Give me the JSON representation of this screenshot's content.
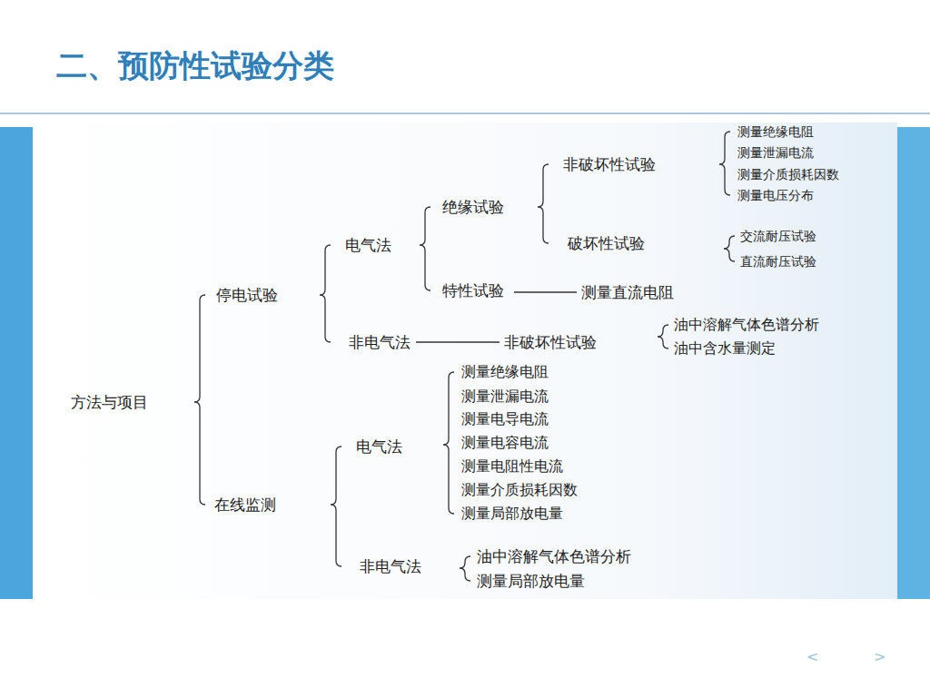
{
  "diagram": {
    "title": "二、预防性试验分类",
    "labels": [
      "方法与项目",
      "停电试验",
      "电气法",
      "绝缘试验",
      "非破坏性试验",
      "测量绝缘电阻",
      "测量泄漏电流",
      "测量介质损耗因数",
      "测量电压分布",
      "破坏性试验",
      "交流耐压试验",
      "直流耐压试验",
      "特性试验",
      "测量直流电阻",
      "非电气法",
      "非破坏性试验",
      "油中溶解气体色谱分析",
      "油中含水量测定",
      "在线监测",
      "电气法",
      "测量绝缘电阻",
      "测量泄漏电流",
      "测量电导电流",
      "测量电容电流",
      "测量电阻性电流",
      "测量介质损耗因数",
      "测量局部放电量",
      "非电气法",
      "油中溶解气体色谱分析",
      "测量局部放电量",
      "<",
      ">"
    ]
  }
}
